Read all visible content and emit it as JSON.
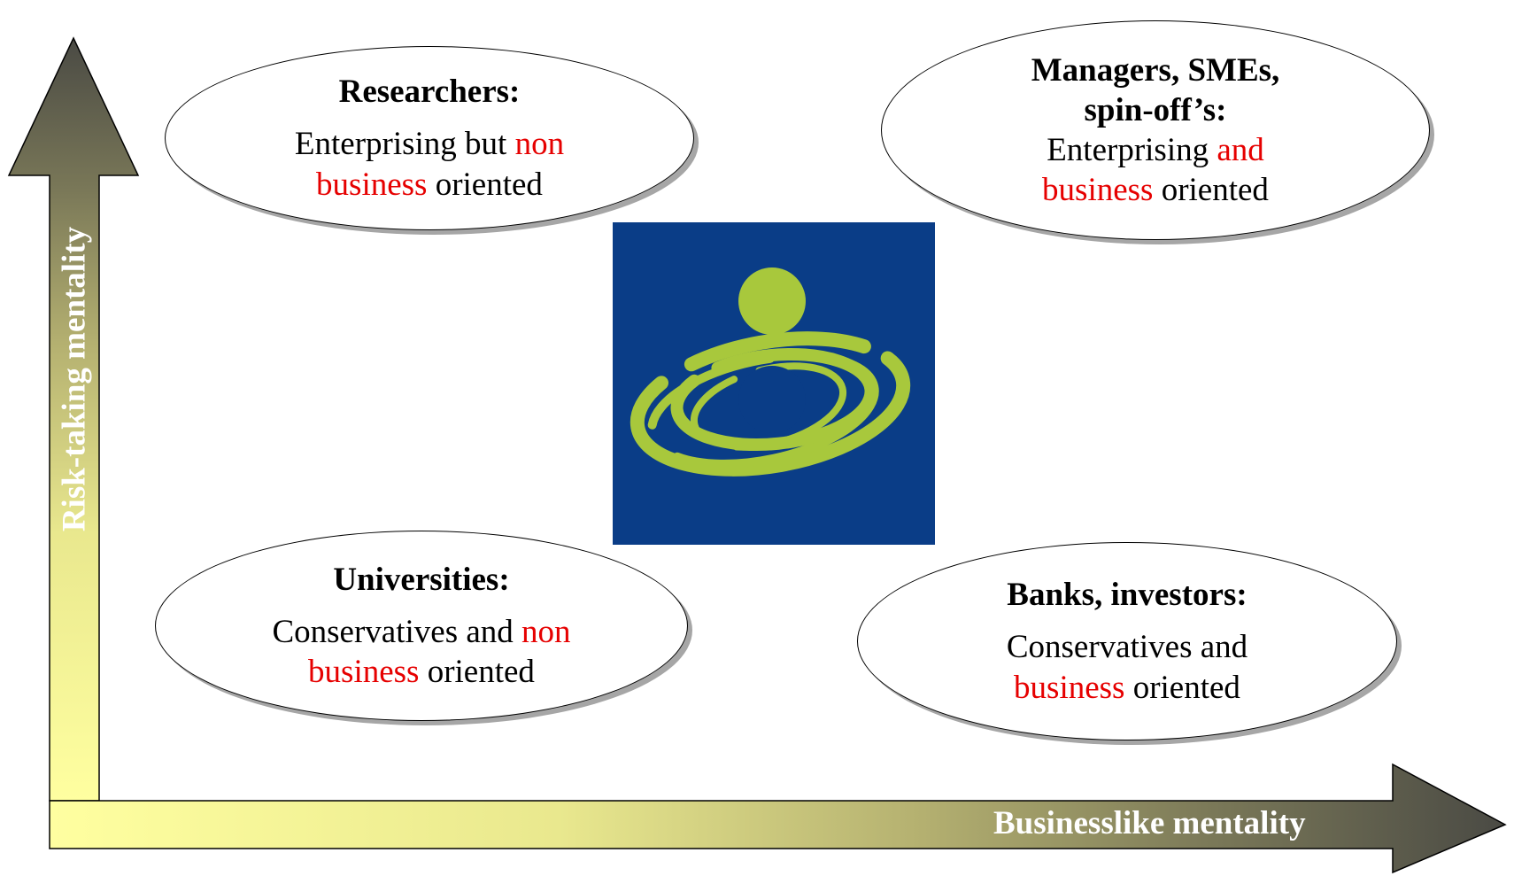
{
  "axes": {
    "x_label": "Businesslike mentality",
    "y_label": "Risk-taking mentality"
  },
  "quadrants": {
    "researchers": {
      "heading": "Researchers:",
      "line1_pre": "Enterprising but ",
      "line1_red": "non",
      "line2_red": "business",
      "line2_post": " oriented"
    },
    "managers": {
      "heading_line1": "Managers, SMEs,",
      "heading_line2": "spin-off’s:",
      "line1_pre": "Enterprising ",
      "line1_red": "and",
      "line2_red": "business",
      "line2_post": " oriented"
    },
    "universities": {
      "heading": "Universities:",
      "line1_pre": "Conservatives and ",
      "line1_red": "non",
      "line2_red": "business",
      "line2_post": " oriented"
    },
    "banks": {
      "heading": "Banks, investors:",
      "line1": "Conservatives and",
      "line2_red": "business",
      "line2_post": " oriented"
    }
  },
  "colors": {
    "axis_gradient_light": "#ffffa0",
    "axis_gradient_dark": "#4a4a44",
    "highlight_red": "#e60000",
    "logo_blue": "#0a3d87",
    "logo_green": "#a8c83c"
  },
  "logo": {
    "icon": "blue-square-green-swirl-logo"
  }
}
